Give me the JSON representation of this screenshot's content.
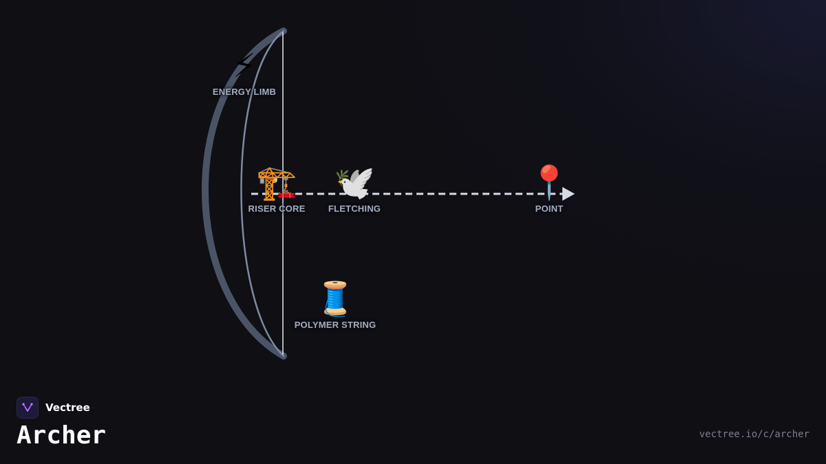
{
  "diagram": {
    "parts": [
      {
        "id": "energy-limb",
        "label": "ENERGY LIMB",
        "glyph": "⚡",
        "icon": "lightning-icon"
      },
      {
        "id": "riser-core",
        "label": "RISER CORE",
        "glyph": "🏗️",
        "icon": "crane-icon"
      },
      {
        "id": "fletching",
        "label": "FLETCHING",
        "glyph": "🕊️",
        "icon": "dove-icon"
      },
      {
        "id": "point",
        "label": "POINT",
        "glyph": "📍",
        "icon": "pin-icon"
      },
      {
        "id": "polymer-string",
        "label": "POLYMER STRING",
        "glyph": "🧵",
        "icon": "thread-icon"
      }
    ],
    "colors": {
      "limb": "#4b5466",
      "limb_inner": "#7e8aa0",
      "string": "#e6e9f0",
      "arrow": "#d7dbe4",
      "label": "#a3adbf"
    }
  },
  "brand": {
    "name": "Vectree",
    "icon": "vectree-logo-icon",
    "accent": "#a855f7"
  },
  "title": "Archer",
  "url": "vectree.io/c/archer"
}
